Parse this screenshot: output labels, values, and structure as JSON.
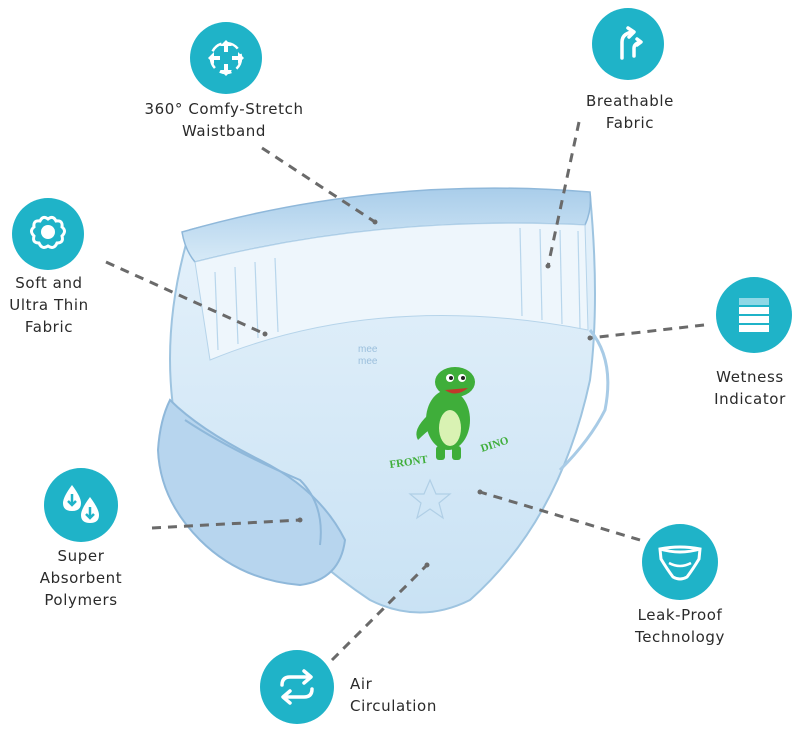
{
  "colors": {
    "accent": "#1fb3c8",
    "text": "#2a2a2a",
    "connector": "#6a6a6a",
    "garment": "#cfe6f6",
    "mascot": "#3fae3a"
  },
  "features": [
    {
      "id": "waistband",
      "icon": "stretch-arrows-icon",
      "lines": [
        "360° Comfy-Stretch",
        "Waistband"
      ]
    },
    {
      "id": "breathable",
      "icon": "upward-arrows-icon",
      "lines": [
        "Breathable",
        "Fabric"
      ]
    },
    {
      "id": "soft",
      "icon": "flower-icon",
      "lines": [
        "Soft and",
        "Ultra Thin",
        "Fabric"
      ]
    },
    {
      "id": "wetness",
      "icon": "wetness-bars-icon",
      "lines": [
        "Wetness",
        "Indicator"
      ]
    },
    {
      "id": "polymers",
      "icon": "droplets-icon",
      "lines": [
        "Super",
        "Absorbent",
        "Polymers"
      ]
    },
    {
      "id": "leakproof",
      "icon": "diaper-icon",
      "lines": [
        "Leak-Proof",
        "Technology"
      ]
    },
    {
      "id": "air",
      "icon": "circulation-arrows-icon",
      "lines": [
        "Air",
        "Circulation"
      ]
    }
  ],
  "product": {
    "front_text": "FRONT",
    "dino_text": "DINO",
    "brand_text": [
      "mee",
      "mee"
    ]
  }
}
